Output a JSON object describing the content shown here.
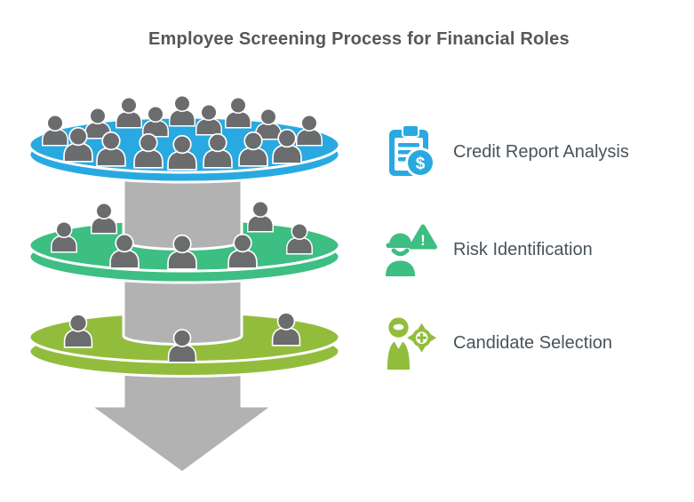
{
  "title": {
    "text": "Employee Screening Process for Financial Roles"
  },
  "colors": {
    "blue": "#29A9E1",
    "green": "#3DBE82",
    "olive": "#92BD3C",
    "figure_gray": "#6B6C6E",
    "arrow_gray": "#B2B2B2",
    "title_text": "#56575A",
    "label_text": "#49535A"
  },
  "steps": [
    {
      "label": "Credit Report Analysis",
      "icon": "clipboard-dollar-icon",
      "color": "#29A9E1",
      "badge": "$"
    },
    {
      "label": "Risk Identification",
      "icon": "worker-warning-icon",
      "color": "#3DBE82",
      "badge": "!"
    },
    {
      "label": "Candidate Selection",
      "icon": "person-target-icon",
      "color": "#92BD3C",
      "badge": ""
    }
  ],
  "funnel": {
    "arrow_color": "#B2B2B2",
    "figure_color": "#6B6C6E",
    "levels": [
      {
        "stage": "Credit Report Analysis",
        "color": "#29A9E1",
        "people_count": 16
      },
      {
        "stage": "Risk Identification",
        "color": "#3DBE82",
        "people_count": 7
      },
      {
        "stage": "Candidate Selection",
        "color": "#92BD3C",
        "people_count": 3
      }
    ]
  }
}
